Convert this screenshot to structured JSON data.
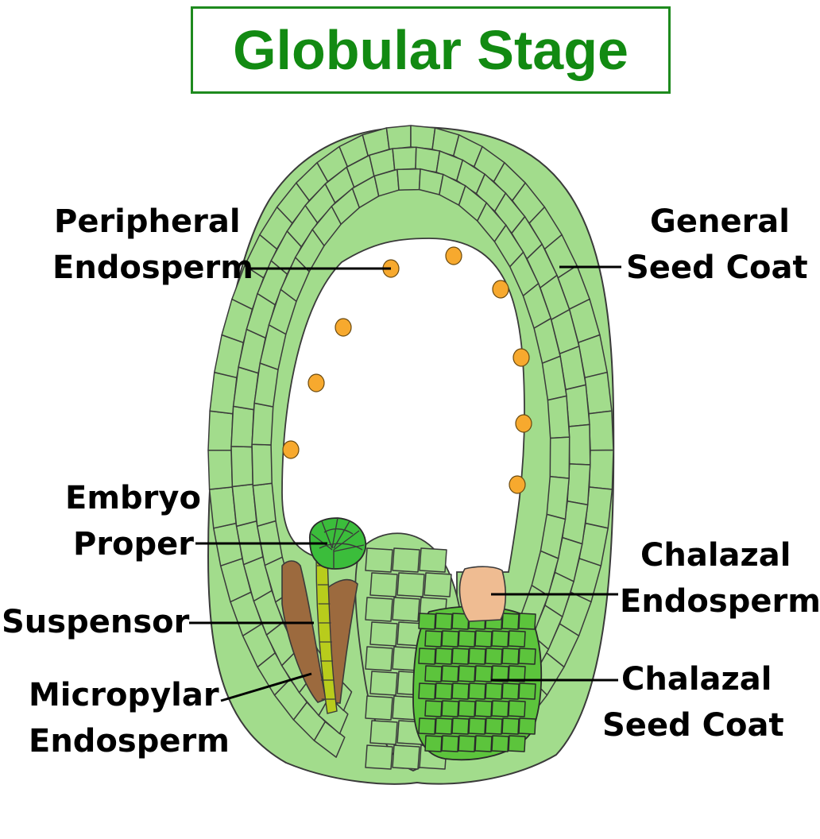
{
  "title": "Globular Stage",
  "labels": {
    "peripheral_endosperm": [
      "Peripheral",
      "Endosperm"
    ],
    "general_seed_coat": [
      "General",
      "Seed Coat"
    ],
    "embryo_proper": [
      "Embryo",
      "Proper"
    ],
    "chalazal_endosperm": [
      "Chalazal",
      "Endosperm"
    ],
    "suspensor": [
      "Suspensor"
    ],
    "chalazal_seed_coat": [
      "Chalazal",
      "Seed Coat"
    ],
    "micropylar_endosperm": [
      "Micropylar",
      "Endosperm"
    ]
  },
  "colors": {
    "title": "#128a12",
    "seed_coat_cell": "#a2dc8c",
    "chalazal_seed_coat": "#5cc43c",
    "embryo_proper": "#3bbd3b",
    "suspensor": "#b8cc1c",
    "micropylar_endosperm": "#9c6a3e",
    "chalazal_endosperm": "#efbc92",
    "peripheral_endosperm": "#f7a92e"
  }
}
